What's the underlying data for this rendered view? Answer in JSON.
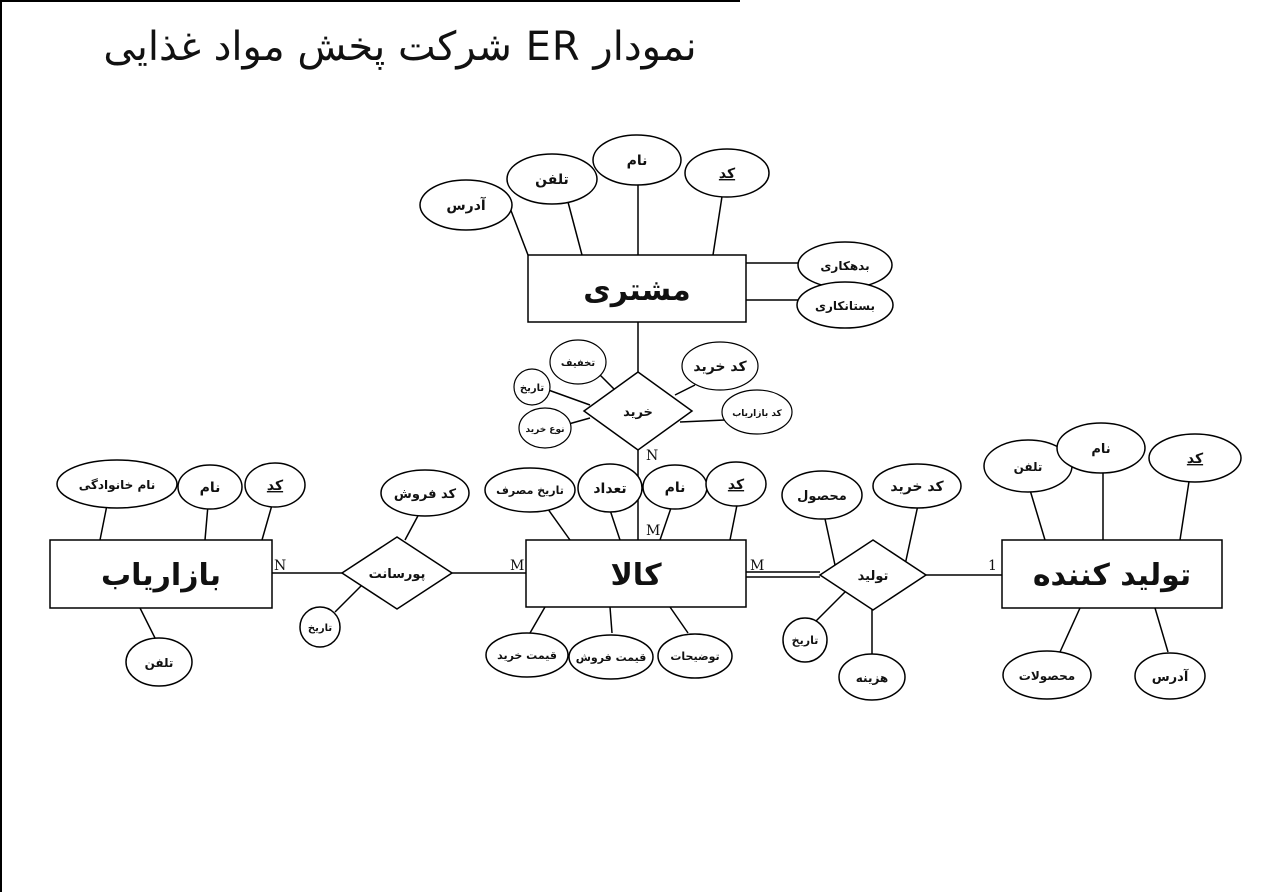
{
  "title": "نمودار ER شرکت پخش مواد غذایی",
  "entities": {
    "customer": "مشتری",
    "product": "کالا",
    "marketer": "بازاریاب",
    "producer": "تولید کننده"
  },
  "relationships": {
    "purchase": "خرید",
    "commission": "پورسانت",
    "production": "تولید"
  },
  "attributes": {
    "customer": {
      "address": "آدرس",
      "phone": "تلفن",
      "name": "نام",
      "code": "کد",
      "debtor": "بدهکاری",
      "creditor": "بستانکاری"
    },
    "purchase": {
      "discount": "تخفیف",
      "date": "تاریخ",
      "type": "نوع خرید",
      "purchase_code": "کد خرید",
      "marketer_code": "کد بازاریاب"
    },
    "marketer": {
      "family_name": "نام خانوادگی",
      "name": "نام",
      "code": "کد",
      "phone": "تلفن"
    },
    "commission": {
      "sale_code": "کد فروش",
      "date": "تاریخ"
    },
    "product": {
      "expiry_date": "تاریخ مصرف",
      "count": "تعداد",
      "name": "نام",
      "code": "کد",
      "purchase_price": "قیمت خرید",
      "sale_price": "قیمت فروش",
      "description": "توضیحات"
    },
    "production": {
      "product": "محصول",
      "purchase_code": "کد خرید",
      "date": "تاریخ",
      "cost": "هزینه"
    },
    "producer": {
      "phone": "تلفن",
      "name": "نام",
      "code": "کد",
      "products": "محصولات",
      "address": "آدرس"
    }
  },
  "cardinalities": {
    "purchase_product": "N",
    "product_purchase": "M",
    "marketer_commission": "N",
    "product_commission": "M",
    "product_production": "M",
    "producer_production": "1"
  }
}
